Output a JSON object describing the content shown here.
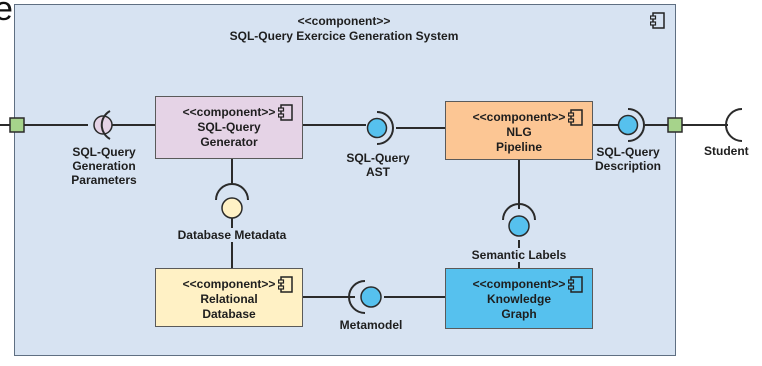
{
  "edge_text": "e",
  "system": {
    "stereotype": "<<component>>",
    "title": "SQL-Query Exercice Generation System"
  },
  "components": {
    "generator": {
      "stereotype": "<<component>>",
      "line1": "SQL-Query",
      "line2": "Generator",
      "color": "#e5d3e6"
    },
    "nlg": {
      "stereotype": "<<component>>",
      "line1": "NLG",
      "line2": "Pipeline",
      "color": "#fcc694"
    },
    "database": {
      "stereotype": "<<component>>",
      "line1": "Relational",
      "line2": "Database",
      "color": "#fff1c5"
    },
    "graph": {
      "stereotype": "<<component>>",
      "line1": "Knowledge",
      "line2": "Graph",
      "color": "#56c1ee"
    }
  },
  "interfaces": {
    "params": [
      "SQL-Query",
      "Generation",
      "Parameters"
    ],
    "ast": [
      "SQL-Query",
      "AST"
    ],
    "description": [
      "SQL-Query",
      "Description"
    ],
    "db_meta": "Database Metadata",
    "semantic": "Semantic Labels",
    "metamodel": "Metamodel"
  },
  "actors": {
    "student": "Student"
  },
  "colors": {
    "system_bg": "#d7e3f2",
    "port": "#a6d38b",
    "ball_blue": "#56c1ee",
    "ball_purple": "#e5d3e6",
    "ball_yellow": "#fff1c5"
  },
  "icons": [
    "component-icon",
    "port-square",
    "provided-interface-ball",
    "required-interface-socket"
  ]
}
